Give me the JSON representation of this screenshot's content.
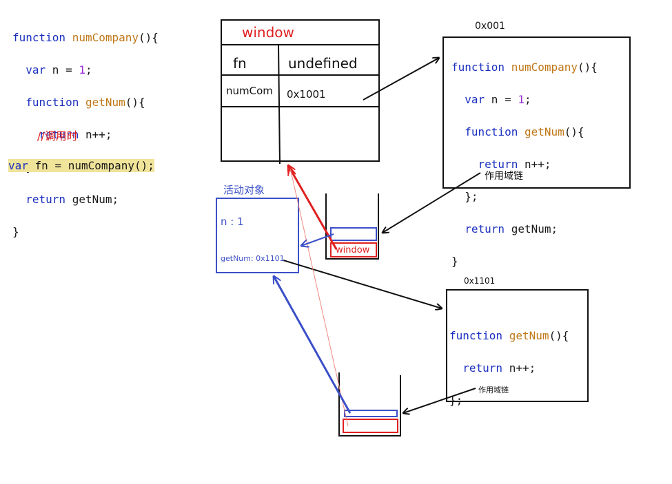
{
  "left_code": {
    "line1_kw": "function",
    "line1_fn": "numCompany",
    "line1_rest": "(){",
    "line2_kw": "var",
    "line2_a": " n = ",
    "line2_num": "1",
    "line2_b": ";",
    "line3_kw": "function",
    "line3_fn": "getNum",
    "line3_rest": "(){",
    "line4_kw": "return",
    "line4_rest": " n++;",
    "line5": "};",
    "line6_kw": "return",
    "line6_rest": " getNum;",
    "line7": "}",
    "comment": "//调用时",
    "call_kw": "var",
    "call_rest": " fn = numCompany();"
  },
  "window_table": {
    "title": "window",
    "row1_key": "fn",
    "row1_val": "undefined",
    "row2_key": "numCom",
    "row2_val": "0x1001"
  },
  "heap1": {
    "address": "0x001",
    "line1_kw": "function",
    "line1_fn": "numCompany",
    "line1_rest": "(){",
    "line2_kw": "var",
    "line2_a": " n = ",
    "line2_num": "1",
    "line2_b": ";",
    "line3_kw": "function",
    "line3_fn": "getNum",
    "line3_rest": "(){",
    "line4_kw": "return",
    "line4_rest": " n++;",
    "line5": "};",
    "line6_kw": "return",
    "line6_rest": " getNum;",
    "line7": "}",
    "scope_chain": "作用域链"
  },
  "activation_object": {
    "title": "活动对象",
    "n_value": "n : 1",
    "getnum_value": "getNum: 0x1101"
  },
  "stack1": {
    "bottom_label": "window"
  },
  "heap2": {
    "address": "0x1101",
    "line1_kw": "function",
    "line1_fn": "getNum",
    "line1_rest": "(){",
    "line2_kw": "return",
    "line2_rest": " n++;",
    "line3": "};",
    "scope_chain": "作用域链"
  },
  "colors": {
    "keyword": "#1a2fbf",
    "function_name": "#c07818",
    "number": "#9b2bd6",
    "red": "#e02020",
    "blue": "#3b4fc8",
    "highlight": "#f0e39a"
  }
}
